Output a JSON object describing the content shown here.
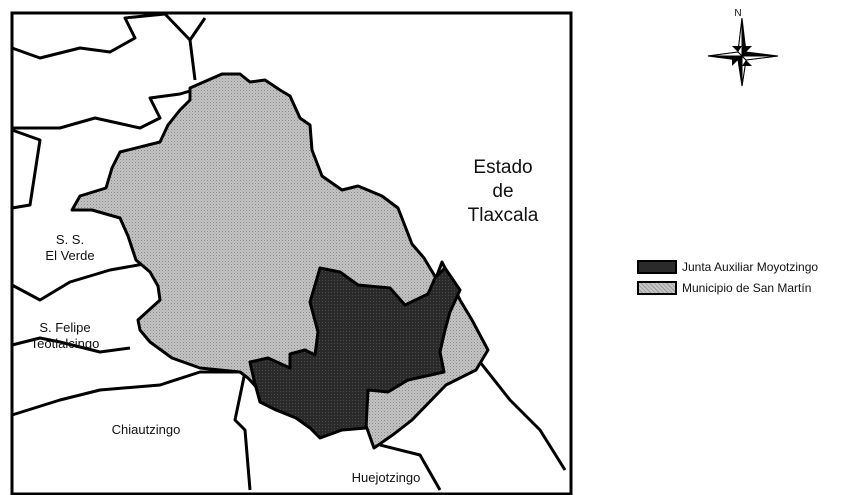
{
  "compass": {
    "north_label": "N",
    "icon": "compass-rose-icon"
  },
  "labels": {
    "state": [
      "Estado",
      "de",
      "Tlaxcala"
    ],
    "el_verde": [
      "S. S.",
      "El Verde"
    ],
    "teotlalcingo": [
      "S. Felipe",
      "Teotlalcingo"
    ],
    "chiautzingo": "Chiautzingo",
    "huejotzingo": "Huejotzingo"
  },
  "legend": {
    "items": [
      {
        "label": "Junta Auxiliar Moyotzingo",
        "color": "#2a2a2a"
      },
      {
        "label": "Municipio de San Martín",
        "color": "#c4c4c4"
      }
    ]
  },
  "colors": {
    "junta": "#2a2a2a",
    "municipio": "#c4c4c4",
    "border": "#000000",
    "background": "#ffffff"
  }
}
